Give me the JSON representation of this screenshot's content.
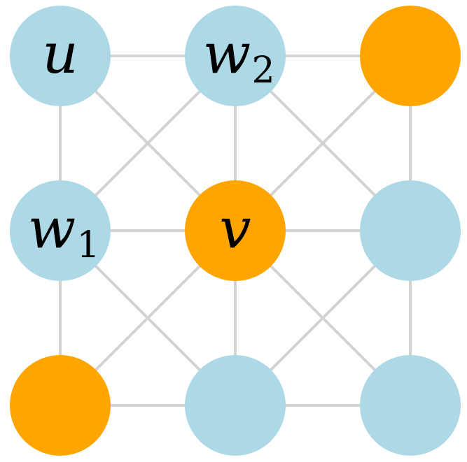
{
  "colors": {
    "edge": "#d3d3d3",
    "node_default": "#add8e6",
    "node_highlight": "#ffa500",
    "background": "#ffffff"
  },
  "nodes": [
    {
      "id": "n00",
      "row": 0,
      "col": 0,
      "color": "node_default",
      "label": "u",
      "sub": ""
    },
    {
      "id": "n01",
      "row": 0,
      "col": 1,
      "color": "node_default",
      "label": "w",
      "sub": "2"
    },
    {
      "id": "n02",
      "row": 0,
      "col": 2,
      "color": "node_highlight",
      "label": "",
      "sub": ""
    },
    {
      "id": "n10",
      "row": 1,
      "col": 0,
      "color": "node_default",
      "label": "w",
      "sub": "1"
    },
    {
      "id": "n11",
      "row": 1,
      "col": 1,
      "color": "node_highlight",
      "label": "v",
      "sub": ""
    },
    {
      "id": "n12",
      "row": 1,
      "col": 2,
      "color": "node_default",
      "label": "",
      "sub": ""
    },
    {
      "id": "n20",
      "row": 2,
      "col": 0,
      "color": "node_highlight",
      "label": "",
      "sub": ""
    },
    {
      "id": "n21",
      "row": 2,
      "col": 1,
      "color": "node_default",
      "label": "",
      "sub": ""
    },
    {
      "id": "n22",
      "row": 2,
      "col": 2,
      "color": "node_default",
      "label": "",
      "sub": ""
    }
  ],
  "edges": [
    [
      "n00",
      "n01"
    ],
    [
      "n01",
      "n02"
    ],
    [
      "n10",
      "n11"
    ],
    [
      "n11",
      "n12"
    ],
    [
      "n20",
      "n21"
    ],
    [
      "n21",
      "n22"
    ],
    [
      "n00",
      "n10"
    ],
    [
      "n10",
      "n20"
    ],
    [
      "n01",
      "n11"
    ],
    [
      "n11",
      "n21"
    ],
    [
      "n02",
      "n12"
    ],
    [
      "n12",
      "n22"
    ],
    [
      "n00",
      "n11"
    ],
    [
      "n01",
      "n10"
    ],
    [
      "n01",
      "n12"
    ],
    [
      "n02",
      "n11"
    ],
    [
      "n10",
      "n21"
    ],
    [
      "n11",
      "n20"
    ],
    [
      "n11",
      "n22"
    ],
    [
      "n12",
      "n21"
    ]
  ]
}
